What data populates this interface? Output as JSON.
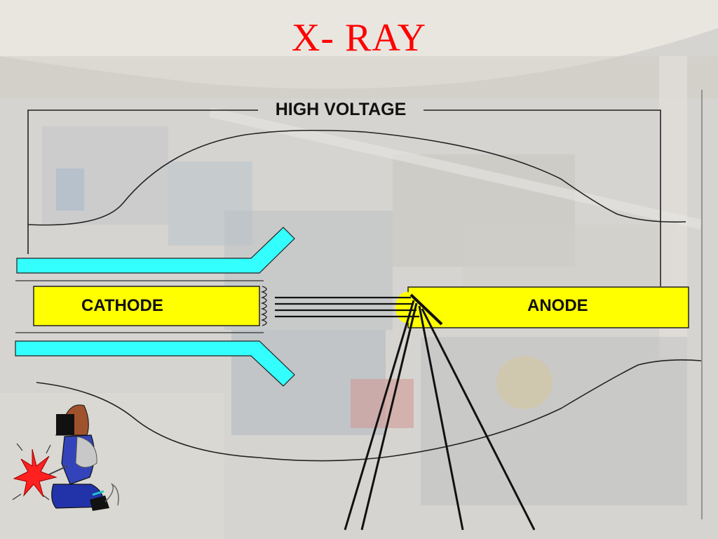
{
  "title": "X- RAY",
  "labels": {
    "high_voltage": "HIGH VOLTAGE",
    "cathode": "CATHODE",
    "anode": "ANODE"
  },
  "colors": {
    "title": "#ff0000",
    "electrode": "#ffff00",
    "focusing_cup": "#33ffff",
    "background_photo_tint": "#d9d7d3"
  },
  "icons": {
    "welder": "welder-figure-icon",
    "spark": "welding-spark-icon"
  }
}
